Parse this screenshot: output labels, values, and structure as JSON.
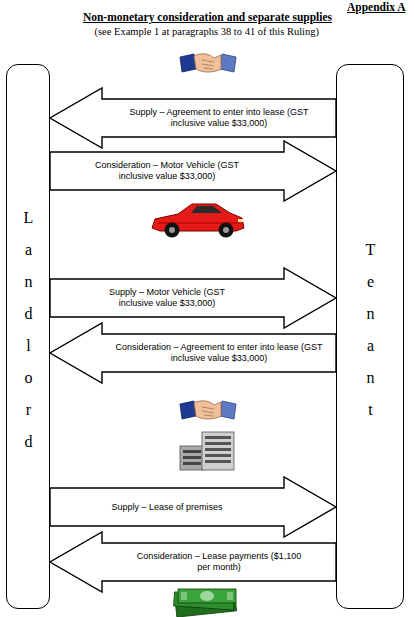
{
  "diagram": {
    "title": "Non-monetary consideration and separate supplies",
    "nodes": [
      {
        "text": [
          "Landlord"
        ]
      },
      {
        "text": [
          "Tenant"
        ]
      }
    ],
    "edges": [
      {
        "from": 1,
        "to": 0,
        "arrow": "to",
        "label": "Supply – Agreement to enter into lease (GST inclusive value $33,000)"
      },
      {
        "from": 0,
        "to": 1,
        "arrow": "to",
        "label": "Consideration – Motor Vehicle (GST inclusive value $33,000)"
      },
      {
        "from": 0,
        "to": 1,
        "arrow": "to",
        "label": "Supply – Motor Vehicle (GST inclusive value $33,000)"
      },
      {
        "from": 1,
        "to": 0,
        "arrow": "to",
        "label": "Consideration – Agreement to enter into lease (GST inclusive value $33,000)"
      },
      {
        "from": 0,
        "to": 1,
        "arrow": "to",
        "label": "Supply – Lease of premises"
      },
      {
        "from": 1,
        "to": 0,
        "arrow": "to",
        "label": "Consideration – Lease payments ($1,100 per month)"
      }
    ],
    "labels": [
      "Appendix A",
      "(see Example 1 at paragraphs 38 to 41 of this Ruling)"
    ]
  }
}
